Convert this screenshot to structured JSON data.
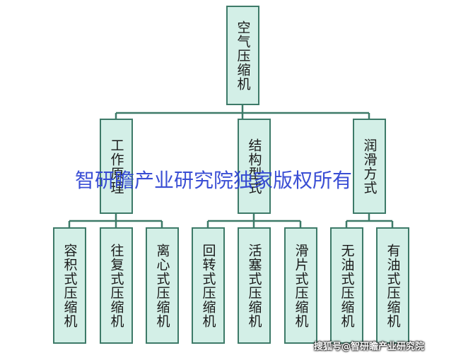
{
  "root": {
    "label": "空气压缩机"
  },
  "categories": [
    {
      "label": "工作原理",
      "children": [
        {
          "label": "容积式压缩机"
        },
        {
          "label": "往复式压缩机"
        },
        {
          "label": "离心式压缩机"
        }
      ]
    },
    {
      "label": "结构型式",
      "children": [
        {
          "label": "回转式压缩机"
        },
        {
          "label": "活塞式压缩机"
        },
        {
          "label": "滑片式压缩机"
        }
      ]
    },
    {
      "label": "润滑方式",
      "children": [
        {
          "label": "无油式压缩机"
        },
        {
          "label": "有油式压缩机"
        }
      ]
    }
  ],
  "watermark": "智研瞻产业研究院独家版权所有",
  "source_mark": "搜狐号@智研瞻产业研究院",
  "colors": {
    "node_fill": "#d3efe7",
    "node_border": "#3d7a68",
    "line": "#3d7a68",
    "watermark": "#2a3fd1"
  }
}
